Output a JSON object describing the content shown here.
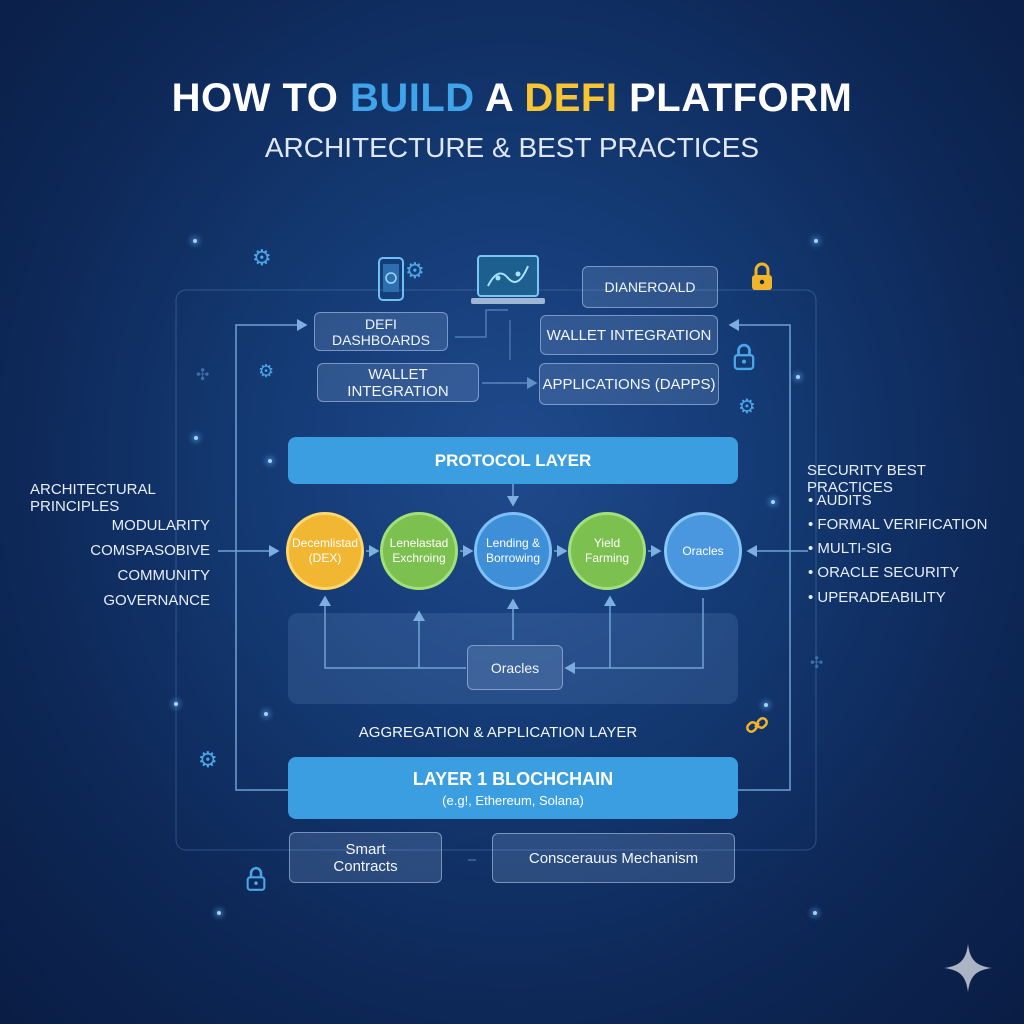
{
  "header": {
    "title_part1": "HOW TO ",
    "title_part2": "BUILD",
    "title_part3": " A ",
    "title_part4": "DEFI",
    "title_part5": " PLATFORM",
    "subtitle": "ARCHITECTURE & BEST PRACTICES"
  },
  "top_layer": {
    "dashboard_box": "DIANEROALD",
    "defi_dashboards": "DEFI DASHBOARDS",
    "wallet_integration_left": "WALLET INTEGRATION",
    "wallet_integration_right": "WALLET INTEGRATION",
    "applications": "APPLICATIONS (DAPPS)"
  },
  "protocol_layer": {
    "title": "PROTOCOL LAYER",
    "nodes": [
      {
        "label": "Decemlistad (DEX)",
        "color": "#f1b632"
      },
      {
        "label": "Lenelastad Exchroing",
        "color": "#7cc04f"
      },
      {
        "label": "Lending & Borrowing",
        "color": "#3f8ed8"
      },
      {
        "label": "Yield Farming",
        "color": "#7cc04f"
      },
      {
        "label": "Oracles",
        "color": "#4a97df"
      }
    ],
    "oracles_box": "Oracles"
  },
  "aggregation_label": "AGGREGATION & APPLICATION LAYER",
  "blockchain_layer": {
    "title": "LAYER 1 BLOCHCHAIN",
    "subtitle": "(e.g!, Ethereum, Solana)",
    "smart_contracts": "Smart Contracts",
    "consensus": "Conscerauus Mechanism"
  },
  "architectural_principles": {
    "heading": "ARCHITECTURAL PRINCIPLES",
    "items": [
      "MODULARITY",
      "COMSPASOBIVE",
      "COMMUNITY",
      "GOVERNANCE"
    ]
  },
  "security_best_practices": {
    "heading": "SECURITY BEST PRACTICES",
    "items": [
      "• AUDITS",
      "• FORMAL VERIFICATION",
      "• MULTI-SIG",
      "• ORACLE SECURITY",
      "• UPERADEABILITY"
    ]
  },
  "icons": {
    "gear": "gear-icon",
    "lock": "lock-icon",
    "phone": "smartphone-icon",
    "laptop": "laptop-icon",
    "sparkle": "sparkle-icon",
    "link": "chain-link-icon"
  },
  "colors": {
    "accent_blue": "#3b9ee0",
    "accent_yellow": "#f7c531",
    "lock_yellow": "#f2b52a"
  }
}
